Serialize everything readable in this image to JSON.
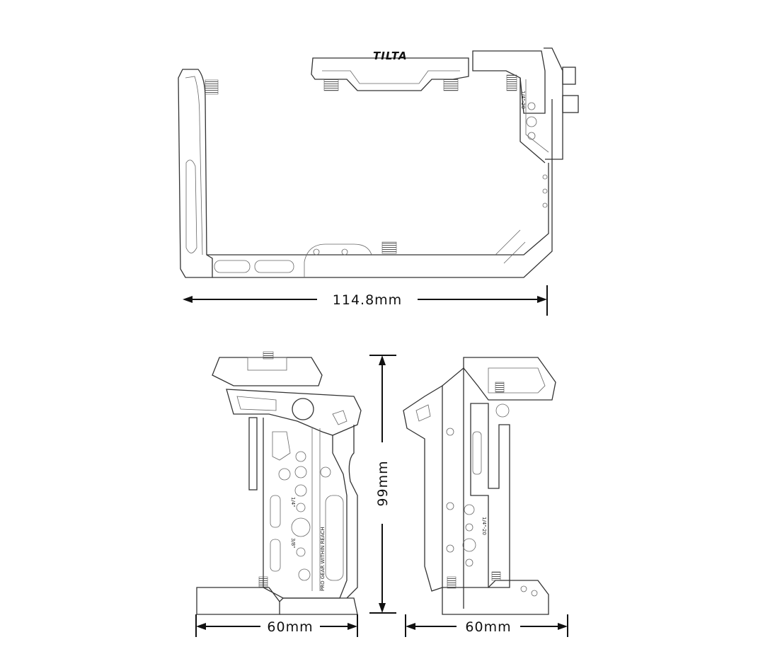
{
  "title": "",
  "views": {
    "front": {
      "logo": "TILTA",
      "thread_label": "1/4\"-20",
      "width_dimension": "114.8mm"
    },
    "left_side": {
      "engraving": "PRO GEAR WITHIN REACH",
      "thread_label_1": "1/4\"",
      "thread_label_2": "3/8\"",
      "depth_dimension": "60mm"
    },
    "height_dimension": "99mm",
    "right_side": {
      "thread_label": "1/4\"-20",
      "depth_dimension": "60mm"
    }
  },
  "colors": {
    "line": "#333333",
    "dimension": "#111111",
    "background": "#ffffff"
  }
}
